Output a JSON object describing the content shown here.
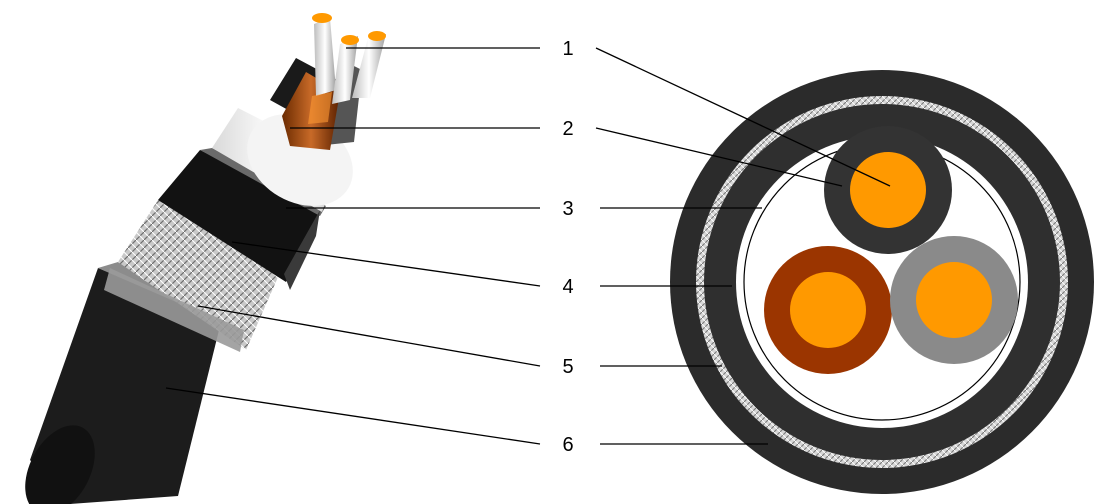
{
  "labels": [
    "1",
    "2",
    "3",
    "4",
    "5",
    "6"
  ],
  "colors": {
    "sheath": "#2b2b2b",
    "braid": "#bdbdbd",
    "conductor": "#ff9900",
    "insulation_black": "#2e2e2e",
    "insulation_brown": "#9b3500",
    "insulation_grey": "#8a8a8a",
    "filler": "#ffffff",
    "leader_line": "#000000"
  },
  "icons": {
    "left": "cable-side-view-icon",
    "right": "cable-cross-section-icon"
  }
}
